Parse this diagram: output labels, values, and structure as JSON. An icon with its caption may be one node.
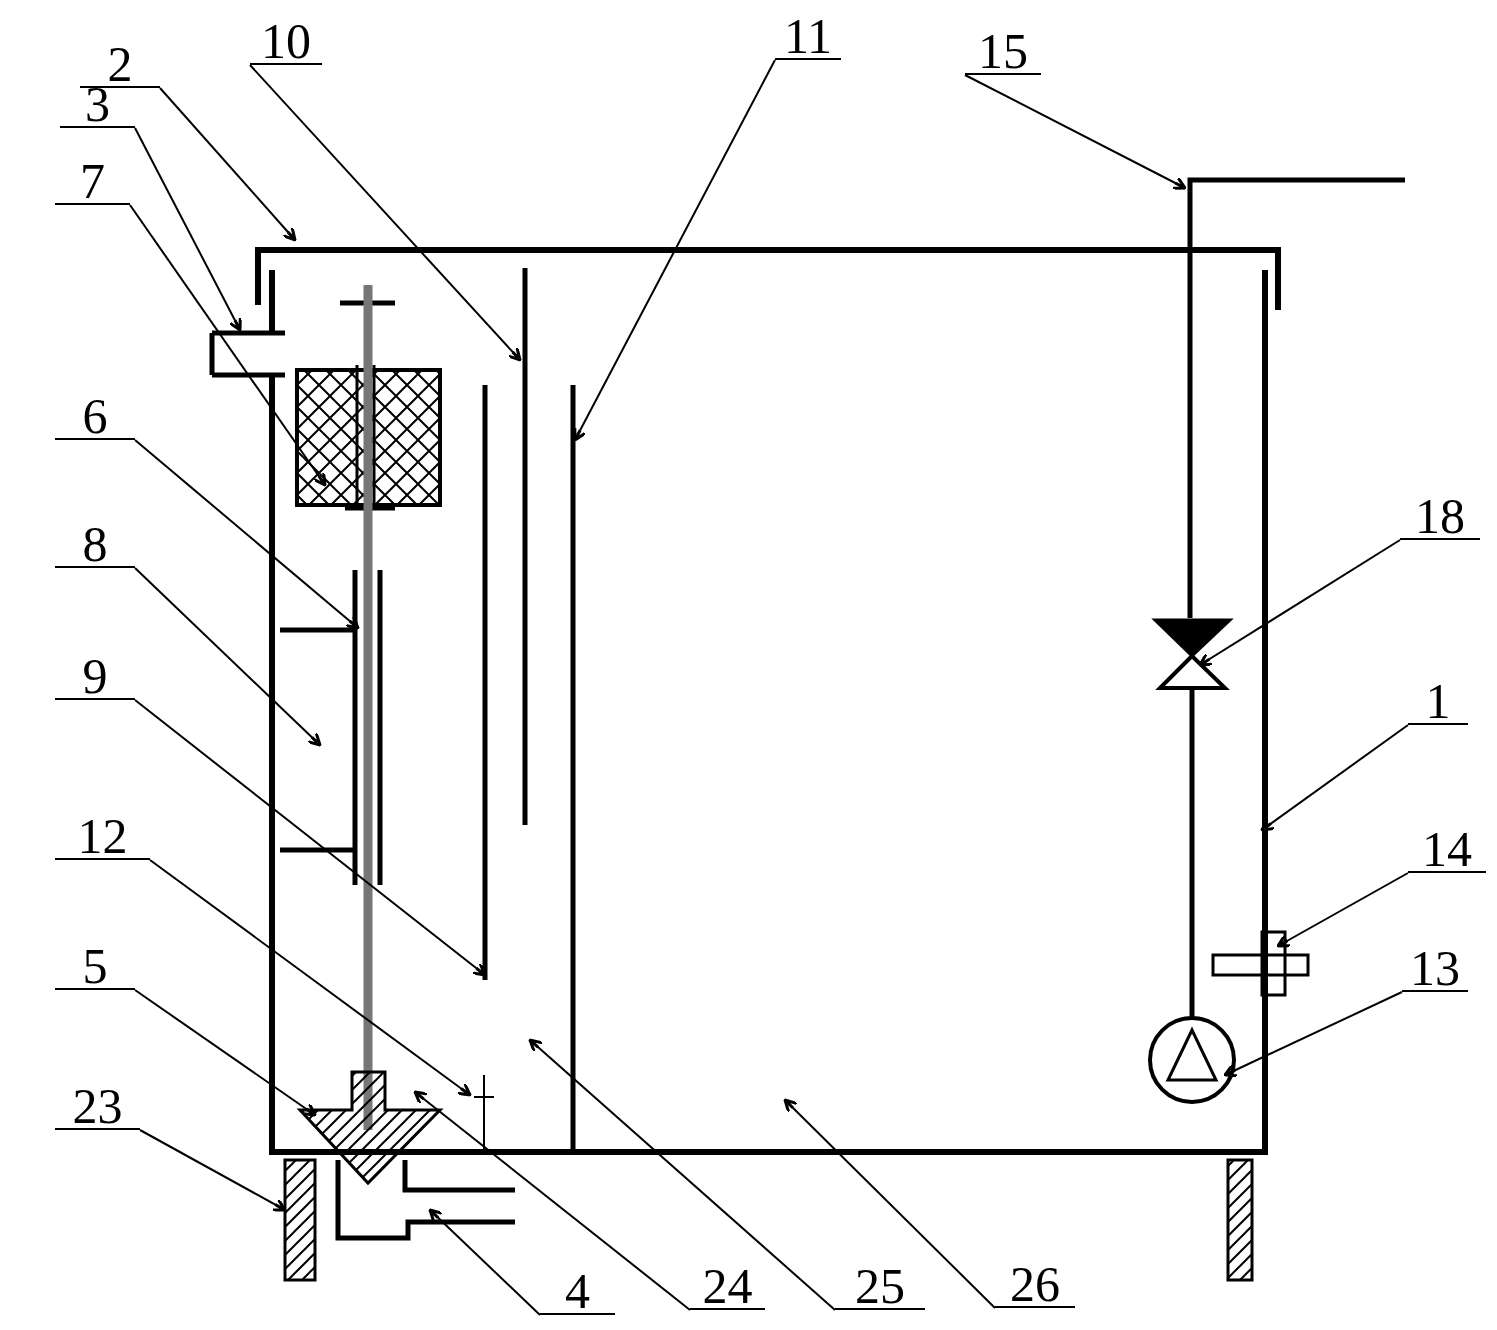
{
  "diagram": {
    "nodes": [
      {
        "text": [
          "2"
        ]
      },
      {
        "text": [
          "10"
        ]
      },
      {
        "text": [
          "11"
        ]
      },
      {
        "text": [
          "15"
        ]
      },
      {
        "text": [
          "3"
        ]
      },
      {
        "text": [
          "7"
        ]
      },
      {
        "text": [
          "6"
        ]
      },
      {
        "text": [
          "18"
        ]
      },
      {
        "text": [
          "8"
        ]
      },
      {
        "text": [
          "9"
        ]
      },
      {
        "text": [
          "1"
        ]
      },
      {
        "text": [
          "12"
        ]
      },
      {
        "text": [
          "14"
        ]
      },
      {
        "text": [
          "13"
        ]
      },
      {
        "text": [
          "5"
        ]
      },
      {
        "text": [
          "23"
        ]
      },
      {
        "text": [
          "4"
        ]
      },
      {
        "text": [
          "24"
        ]
      },
      {
        "text": [
          "25"
        ]
      },
      {
        "text": [
          "26"
        ]
      }
    ],
    "edges": [
      {
        "from": 0,
        "to": null,
        "arrow": "to"
      },
      {
        "from": 1,
        "to": null,
        "arrow": "to"
      },
      {
        "from": 2,
        "to": null,
        "arrow": "to"
      },
      {
        "from": 3,
        "to": null,
        "arrow": "to"
      },
      {
        "from": 4,
        "to": null,
        "arrow": "to"
      },
      {
        "from": 5,
        "to": null,
        "arrow": "to"
      },
      {
        "from": 6,
        "to": null,
        "arrow": "to"
      },
      {
        "from": 7,
        "to": null,
        "arrow": "to"
      },
      {
        "from": 8,
        "to": null,
        "arrow": "to"
      },
      {
        "from": 9,
        "to": null,
        "arrow": "to"
      },
      {
        "from": 10,
        "to": null,
        "arrow": "to"
      },
      {
        "from": 11,
        "to": null,
        "arrow": "to"
      },
      {
        "from": 12,
        "to": null,
        "arrow": "to"
      },
      {
        "from": 13,
        "to": null,
        "arrow": "to"
      },
      {
        "from": 14,
        "to": null,
        "arrow": "to"
      },
      {
        "from": 15,
        "to": null,
        "arrow": "to"
      },
      {
        "from": 16,
        "to": null,
        "arrow": "to"
      },
      {
        "from": 17,
        "to": null,
        "arrow": "to"
      },
      {
        "from": 18,
        "to": null,
        "arrow": "to"
      },
      {
        "from": 19,
        "to": null,
        "arrow": "to"
      }
    ]
  }
}
